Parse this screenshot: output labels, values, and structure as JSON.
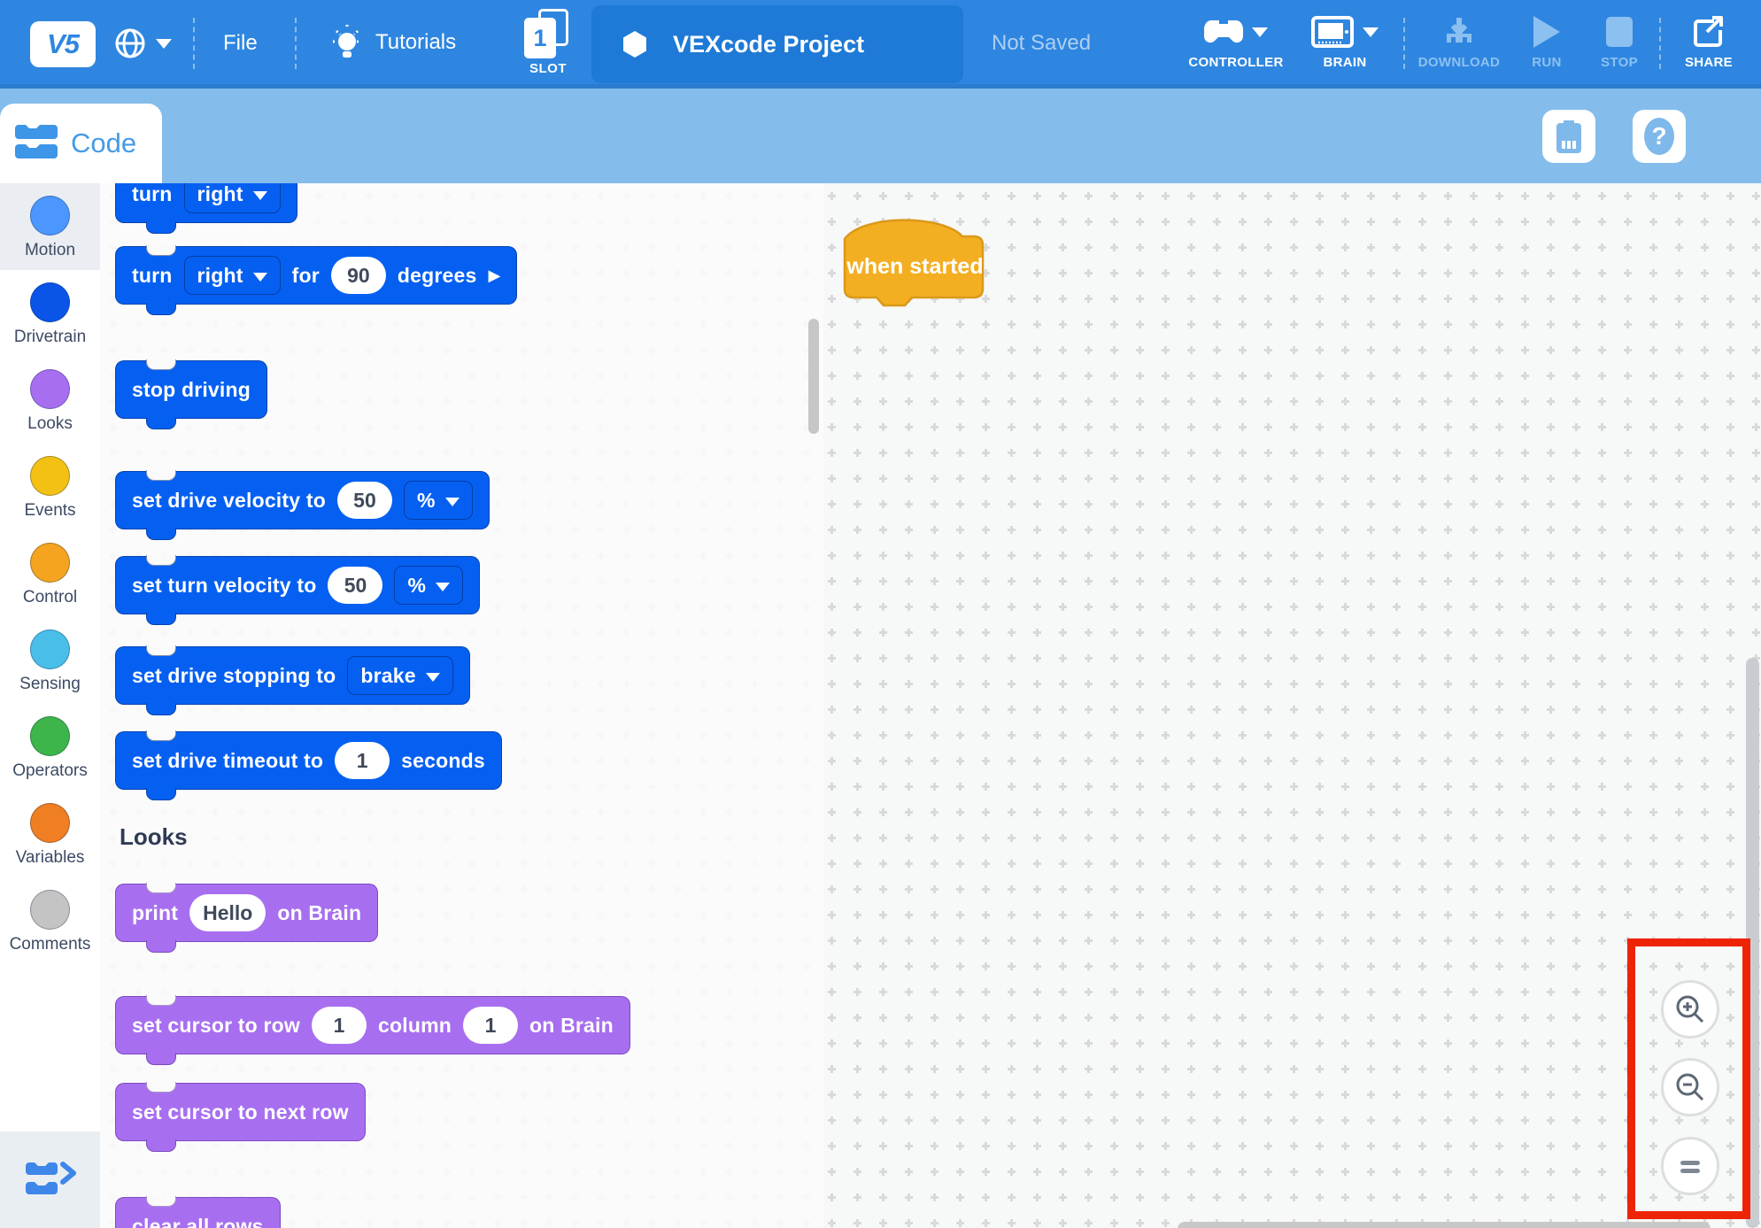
{
  "topbar": {
    "logo": "V5",
    "file_label": "File",
    "tutorials_label": "Tutorials",
    "slot_number": "1",
    "slot_label": "SLOT",
    "project_title": "VEXcode Project",
    "save_status": "Not Saved",
    "controller_label": "CONTROLLER",
    "brain_label": "BRAIN",
    "download_label": "DOWNLOAD",
    "run_label": "RUN",
    "stop_label": "STOP",
    "share_label": "SHARE"
  },
  "toolbar": {
    "tab_label": "Code",
    "help_glyph": "?"
  },
  "sidebar": {
    "categories": [
      {
        "label": "Motion",
        "color": "#4C97FF",
        "selected": true
      },
      {
        "label": "Drivetrain",
        "color": "#0A55E8",
        "selected": false
      },
      {
        "label": "Looks",
        "color": "#A76FF0",
        "selected": false
      },
      {
        "label": "Events",
        "color": "#F3C114",
        "selected": false
      },
      {
        "label": "Control",
        "color": "#F5A41F",
        "selected": false
      },
      {
        "label": "Sensing",
        "color": "#49BEE8",
        "selected": false
      },
      {
        "label": "Operators",
        "color": "#3EB54A",
        "selected": false
      },
      {
        "label": "Variables",
        "color": "#F07E22",
        "selected": false
      },
      {
        "label": "Comments",
        "color": "#C4C4C4",
        "selected": false
      }
    ]
  },
  "palette": {
    "items": [
      {
        "kind": "block",
        "name": "turn",
        "color": "blue",
        "parts": [
          {
            "t": "text",
            "v": "turn"
          },
          {
            "t": "dd",
            "name": "direction",
            "v": "right"
          }
        ]
      },
      {
        "kind": "block",
        "name": "turn-for-degrees",
        "color": "blue",
        "parts": [
          {
            "t": "text",
            "v": "turn"
          },
          {
            "t": "dd",
            "name": "direction",
            "v": "right"
          },
          {
            "t": "text",
            "v": "for"
          },
          {
            "t": "num",
            "v": "90"
          },
          {
            "t": "text",
            "v": "degrees"
          },
          {
            "t": "expand"
          }
        ]
      },
      {
        "kind": "block",
        "name": "stop-driving",
        "color": "blue",
        "parts": [
          {
            "t": "text",
            "v": "stop driving"
          }
        ]
      },
      {
        "kind": "block",
        "name": "set-drive-velocity",
        "color": "blue",
        "parts": [
          {
            "t": "text",
            "v": "set drive velocity to"
          },
          {
            "t": "num",
            "v": "50"
          },
          {
            "t": "dd",
            "name": "unit",
            "v": "%"
          }
        ]
      },
      {
        "kind": "block",
        "name": "set-turn-velocity",
        "color": "blue",
        "parts": [
          {
            "t": "text",
            "v": "set turn velocity to"
          },
          {
            "t": "num",
            "v": "50"
          },
          {
            "t": "dd",
            "name": "unit",
            "v": "%"
          }
        ]
      },
      {
        "kind": "block",
        "name": "set-drive-stopping",
        "color": "blue",
        "parts": [
          {
            "t": "text",
            "v": "set drive stopping to"
          },
          {
            "t": "dd",
            "name": "mode",
            "v": "brake"
          }
        ]
      },
      {
        "kind": "block",
        "name": "set-drive-timeout",
        "color": "blue",
        "parts": [
          {
            "t": "text",
            "v": "set drive timeout to"
          },
          {
            "t": "num",
            "v": "1"
          },
          {
            "t": "text",
            "v": "seconds"
          }
        ]
      },
      {
        "kind": "header",
        "label": "Looks"
      },
      {
        "kind": "block",
        "name": "print-on-brain",
        "color": "purple",
        "parts": [
          {
            "t": "text",
            "v": "print"
          },
          {
            "t": "num",
            "v": "Hello",
            "wide": true
          },
          {
            "t": "text",
            "v": "on Brain"
          }
        ]
      },
      {
        "kind": "block",
        "name": "set-cursor-to-row-column",
        "color": "purple",
        "parts": [
          {
            "t": "text",
            "v": "set cursor to row"
          },
          {
            "t": "num",
            "v": "1"
          },
          {
            "t": "text",
            "v": "column"
          },
          {
            "t": "num",
            "v": "1"
          },
          {
            "t": "text",
            "v": "on Brain"
          }
        ]
      },
      {
        "kind": "block",
        "name": "set-cursor-to-next-row",
        "color": "purple",
        "parts": [
          {
            "t": "text",
            "v": "set cursor to next row"
          }
        ]
      },
      {
        "kind": "block",
        "name": "clear-all-rows",
        "color": "purple",
        "parts": [
          {
            "t": "text",
            "v": "clear all rows"
          }
        ]
      }
    ]
  },
  "canvas": {
    "hat_block": {
      "label": "when started",
      "fill": "#F4AE21",
      "border": "#D9991A"
    }
  },
  "zoom_controls": {
    "buttons": [
      "zoom-in",
      "zoom-out",
      "reset-zoom"
    ]
  },
  "annotation": {
    "color": "#EE2406"
  },
  "colors": {
    "topbar_blue": "#2E86E0",
    "subbar_blue": "#84BCEB",
    "project_box_blue": "#1E7AD6",
    "block_blue": "#0560F2",
    "block_purple": "#A76FF0",
    "hat_gold": "#F4AE21",
    "disabled_blue": "#8CC0F0",
    "annotation_red": "#EE2406"
  }
}
